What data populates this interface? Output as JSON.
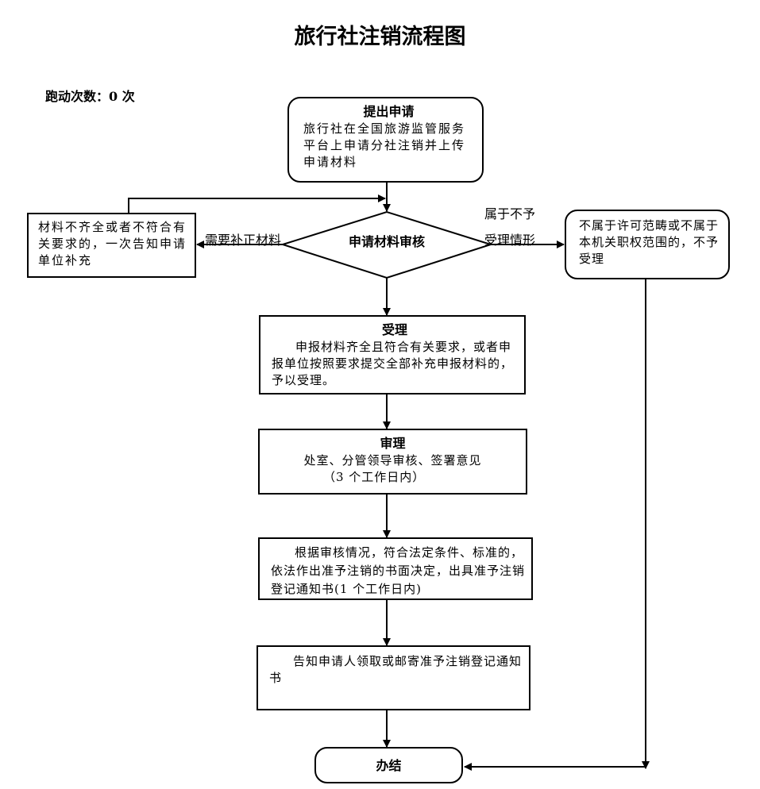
{
  "title": "旅行社注销流程图",
  "run_count": "跑动次数：0 次",
  "nodes": {
    "apply": {
      "title": "提出申请",
      "body": "旅行社在全国旅游监管服务平台上申请分社注销并上传申请材料"
    },
    "review": {
      "title": "申请材料审核"
    },
    "supplement": {
      "body": "材料不齐全或者不符合有关要求的，一次告知申请单位补充"
    },
    "reject": {
      "body": "不属于许可范畴或不属于本机关职权范围的，不予受理"
    },
    "accept": {
      "title": "受理",
      "body": "申报材料齐全且符合有关要求，或者申报单位按照要求提交全部补充申报材料的，予以受理。"
    },
    "examine": {
      "title": "审理",
      "body": "处室、分管领导审核、签署意见",
      "body2": "（3 个工作日内）"
    },
    "decide": {
      "body": "根据审核情况，符合法定条件、标准的，依法作出准予注销的书面决定，出具准予注销登记通知书(1 个工作日内)"
    },
    "notify": {
      "body": "告知申请人领取或邮寄准予注销登记通知书"
    },
    "finish": {
      "title": "办结"
    }
  },
  "edge_labels": {
    "need_supplement": "需要补正材料",
    "reject_line1": "属于不予",
    "reject_line2": "受理情形"
  }
}
